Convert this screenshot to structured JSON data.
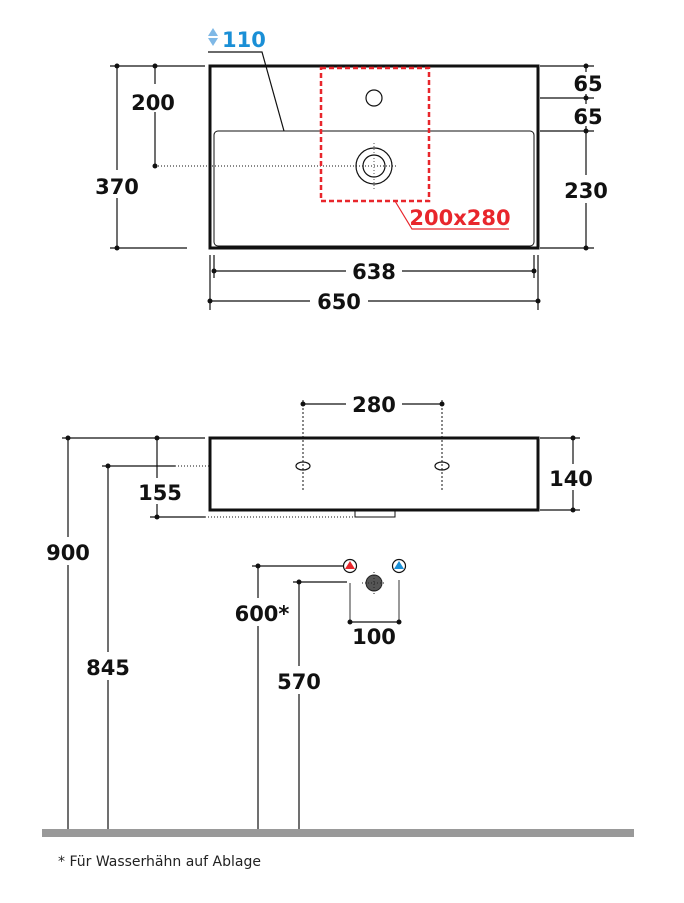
{
  "top_view": {
    "depth_label": "110",
    "depth_icon": "up-down-arrow-icon",
    "height_200": "200",
    "height_370": "370",
    "right_65_a": "65",
    "right_65_b": "65",
    "right_230": "230",
    "cutout_label": "200x280",
    "inner_width": "638",
    "outer_width": "650"
  },
  "side_view": {
    "hole_spacing": "280",
    "height_140": "140",
    "drop_155": "155",
    "height_900": "900",
    "height_845": "845",
    "height_600": "600*",
    "height_570": "570",
    "valve_spacing": "100"
  },
  "footnote": "* Für Wasserhähn auf Ablage",
  "colors": {
    "red": "#e8262c",
    "blue": "#1a8fd6",
    "floor": "#999999"
  }
}
